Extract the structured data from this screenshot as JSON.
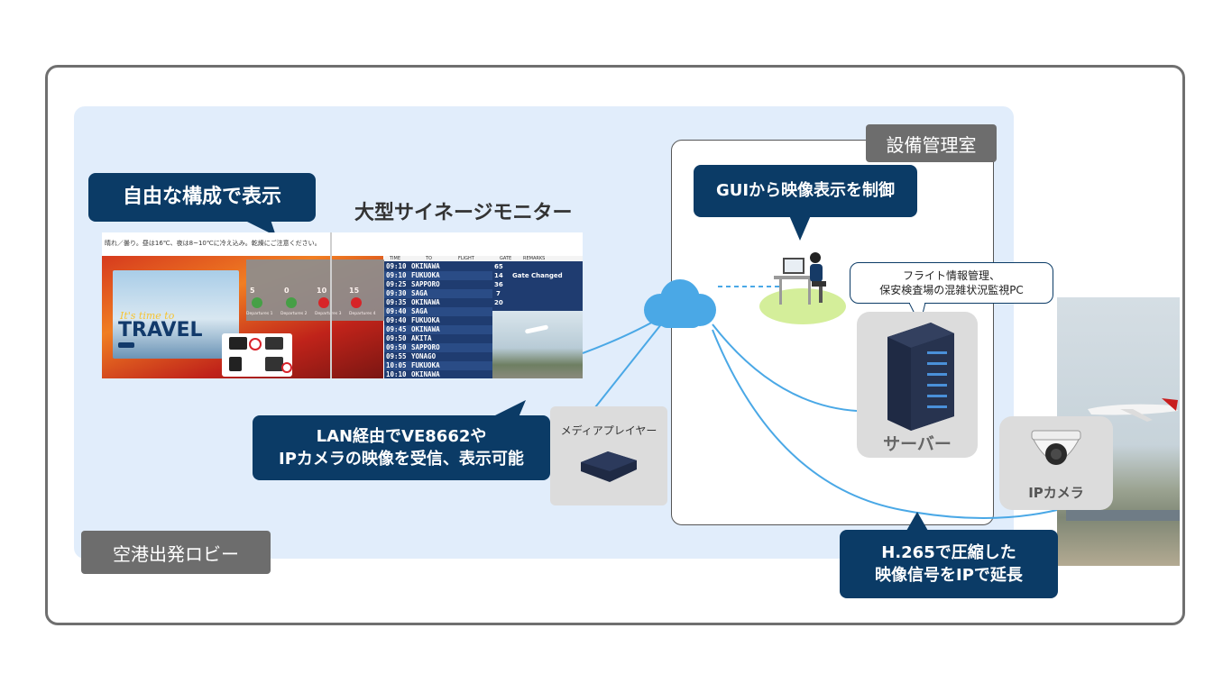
{
  "lobby_label": "空港出発ロビー",
  "room_label": "設備管理室",
  "feature_callout": "自由な構成で表示",
  "monitor_title": "大型サイネージモニター",
  "gui_callout": "GUIから映像表示を制御",
  "server_note_line1": "フライト情報管理、",
  "server_note_line2": "保安検査場の混雑状況監視PC",
  "server_label": "サーバー",
  "media_player_label": "メディアプレイヤー",
  "lan_callout_line1": "LAN経由でVE8662や",
  "lan_callout_line2": "IPカメラの映像を受信、表示可能",
  "camera_label": "IPカメラ",
  "h265_callout_line1": "H.265で圧縮した",
  "h265_callout_line2": "映像信号をIPで延長",
  "signage": {
    "ticker": "晴れ／曇り。昼は16℃、夜は8~10℃に冷え込み。乾燥にご注意ください。",
    "travel_script": "It's time to",
    "travel_word": "TRAVEL",
    "wait_times": [
      "5",
      "0",
      "10",
      "15"
    ],
    "departures": [
      "Departures 1",
      "Departures 2",
      "Departures 3",
      "Departures 4"
    ],
    "fids_headers": [
      "TIME",
      "TO",
      "FLIGHT",
      "GATE",
      "REMARKS"
    ],
    "fids_rows": [
      {
        "time": "09:10",
        "to": "OKINAWA",
        "gate": "65",
        "remarks": ""
      },
      {
        "time": "09:10",
        "to": "FUKUOKA",
        "gate": "14",
        "remarks": "Gate Changed"
      },
      {
        "time": "09:25",
        "to": "SAPPORO",
        "gate": "36",
        "remarks": ""
      },
      {
        "time": "09:30",
        "to": "SAGA",
        "gate": "7",
        "remarks": ""
      },
      {
        "time": "09:35",
        "to": "OKINAWA",
        "gate": "20",
        "remarks": ""
      },
      {
        "time": "09:40",
        "to": "SAGA",
        "gate": "",
        "remarks": ""
      },
      {
        "time": "09:40",
        "to": "FUKUOKA",
        "gate": "",
        "remarks": ""
      },
      {
        "time": "09:45",
        "to": "OKINAWA",
        "gate": "",
        "remarks": ""
      },
      {
        "time": "09:50",
        "to": "AKITA",
        "gate": "",
        "remarks": ""
      },
      {
        "time": "09:50",
        "to": "SAPPORO",
        "gate": "",
        "remarks": ""
      },
      {
        "time": "09:55",
        "to": "YONAGO",
        "gate": "",
        "remarks": ""
      },
      {
        "time": "10:05",
        "to": "FUKUOKA",
        "gate": "",
        "remarks": ""
      },
      {
        "time": "10:10",
        "to": "OKINAWA",
        "gate": "",
        "remarks": ""
      }
    ]
  },
  "colors": {
    "navy": "#0b3b66",
    "lobby_bg": "#e1edfb",
    "tag_gray": "#6d6d6d",
    "line_blue": "#4aa8e6",
    "cloud_blue": "#4aa8e6"
  }
}
